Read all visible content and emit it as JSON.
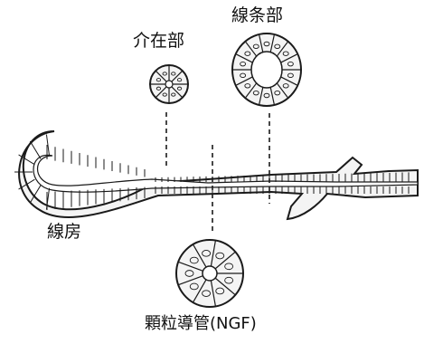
{
  "labels": {
    "intercalated_duct": "介在部",
    "striated_duct": "線条部",
    "acinus": "線房",
    "granular_duct": "顆粒導管(NGF)"
  },
  "colors": {
    "ink": "#1a1a1a",
    "cell_fill": "#f4f4f4",
    "lumen_fill": "#ffffff"
  }
}
